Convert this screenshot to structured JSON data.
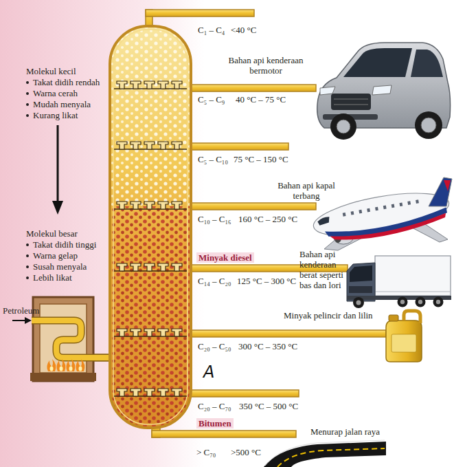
{
  "diagram": {
    "labels": [
      "C₁ – C₄",
      "<40 °C",
      "Bahan api kenderaan bermotor",
      "C₅ – C₉",
      "40 °C – 75 °C",
      "C₅ – C₁₀",
      "75 °C – 150 °C",
      "Bahan api kapal terbang",
      "C₁₀ – C₁₆",
      "160 °C – 250 °C",
      "Minyak diesel",
      "Bahan api kenderaan berat seperti bas dan lori",
      "C₁₄ – C₂₀",
      "125 °C – 300 °C",
      "Minyak pelincir dan lilin",
      "C₂₀ – C₅₀",
      "300 °C – 350 °C",
      "A",
      "C₂₀ – C₇₀",
      "350 °C – 500 °C",
      "Bitumen",
      "Menurap jalan raya",
      "> C₇₀",
      ">500 °C",
      "Petroleum",
      "Molekul kecil",
      "Takat didih rendah",
      "Warna cerah",
      "Mudah menyala",
      "Kurang likat",
      "Molekul besar",
      "Takat didih tinggi",
      "Warna gelap",
      "Susah menyala",
      "Lebih likat"
    ]
  }
}
